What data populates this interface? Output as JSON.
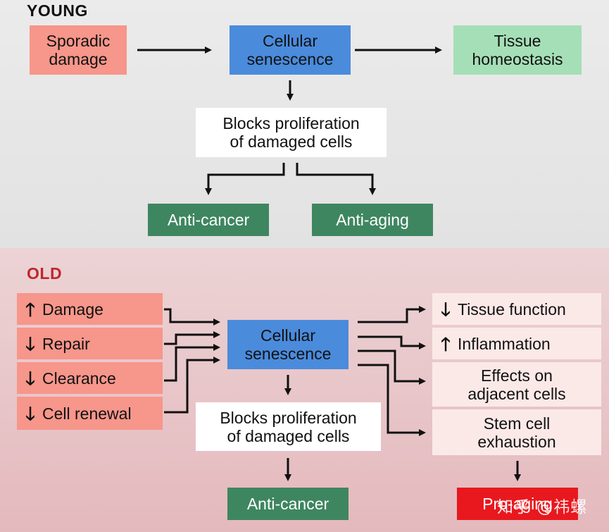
{
  "young": {
    "title": "YOUNG",
    "sporadic_damage": "Sporadic\ndamage",
    "cellular_senescence": "Cellular\nsenescence",
    "tissue_homeostasis": "Tissue\nhomeostasis",
    "blocks_proliferation": "Blocks proliferation\nof damaged cells",
    "anti_cancer": "Anti-cancer",
    "anti_aging": "Anti-aging"
  },
  "old": {
    "title": "OLD",
    "causes": [
      {
        "arrow": "up",
        "label": "Damage"
      },
      {
        "arrow": "down",
        "label": "Repair"
      },
      {
        "arrow": "down",
        "label": "Clearance"
      },
      {
        "arrow": "down",
        "label": "Cell renewal"
      }
    ],
    "cellular_senescence": "Cellular\nsenescence",
    "blocks_proliferation": "Blocks proliferation\nof damaged cells",
    "anti_cancer": "Anti-cancer",
    "effects": [
      {
        "arrow": "down",
        "label": "Tissue function"
      },
      {
        "arrow": "up",
        "label": "Inflammation"
      },
      {
        "arrow": "",
        "label": "Effects on\nadjacent cells"
      },
      {
        "arrow": "",
        "label": "Stem cell\nexhaustion"
      }
    ],
    "outcome": "Pro-aging"
  },
  "colors": {
    "young_bg": "#e8e8e8",
    "old_bg": "#e8c4c7",
    "salmon": "#f7968a",
    "blue": "#4a8bdc",
    "mint": "#a5dfb7",
    "green": "#3e8660",
    "red": "#e8181e",
    "title_old": "#c0262d"
  },
  "watermark": "知乎 @祎螺"
}
